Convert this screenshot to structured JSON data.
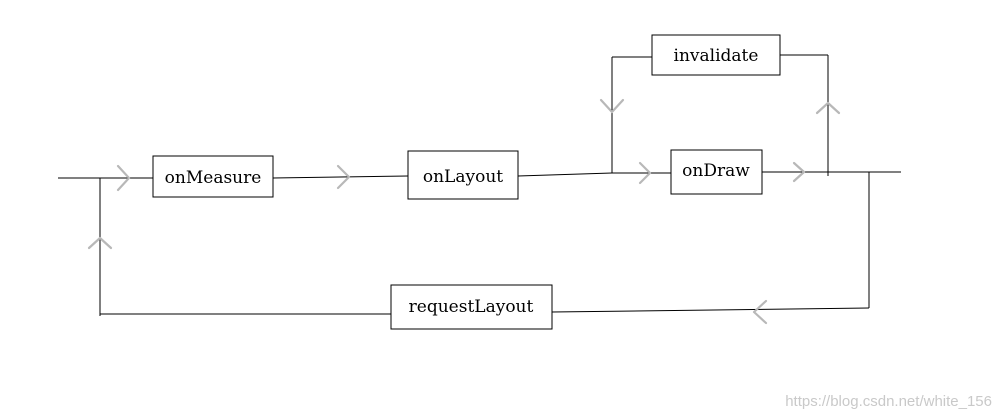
{
  "diagram": {
    "nodes": {
      "on_measure": "onMeasure",
      "on_layout": "onLayout",
      "invalidate": "invalidate",
      "on_draw": "onDraw",
      "request_layout": "requestLayout"
    },
    "watermark": "https://blog.csdn.net/white_156",
    "colors": {
      "line": "#000000",
      "arrow": "#b8b8b8",
      "watermark": "#c9c9c9",
      "background": "#ffffff"
    }
  }
}
